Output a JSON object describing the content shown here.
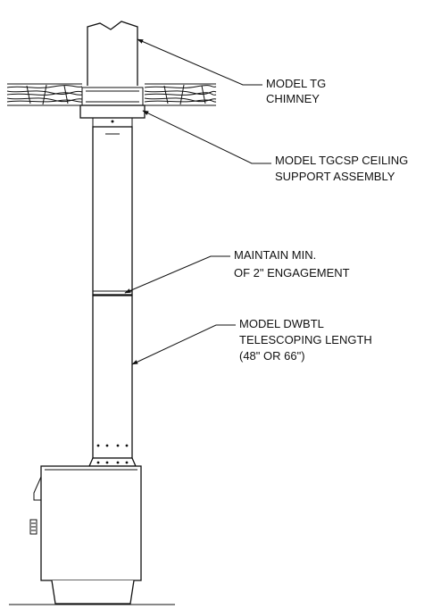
{
  "labels": {
    "chimney": [
      "MODEL TG",
      "CHIMNEY"
    ],
    "ceiling_support": [
      "MODEL TGCSP CEILING",
      "SUPPORT ASSEMBLY"
    ],
    "engagement": [
      "MAINTAIN MIN.",
      "OF 2\" ENGAGEMENT"
    ],
    "telescoping": [
      "MODEL DWBTL",
      "TELESCOPING LENGTH",
      "(48\" OR 66\")"
    ]
  }
}
